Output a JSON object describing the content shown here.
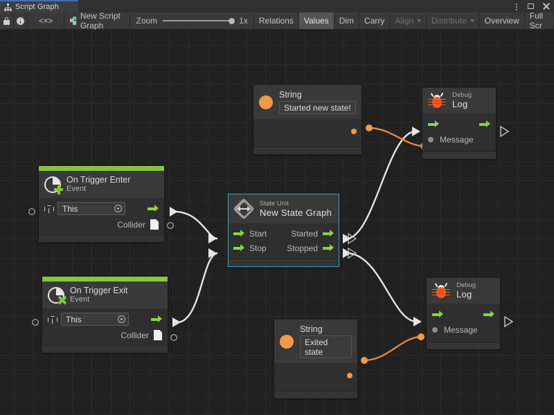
{
  "window": {
    "tab_label": "Script Graph",
    "tab_icon": "graph-hierarchy-icon",
    "controls": [
      {
        "name": "more-options",
        "icon": "vertical-dots-icon"
      },
      {
        "name": "maximize",
        "icon": "maximize-icon"
      },
      {
        "name": "close",
        "icon": "close-icon"
      }
    ]
  },
  "toolbar": {
    "lock_icon": "lock-icon",
    "info_icon": "info-icon",
    "code_icon": "code-brackets-icon",
    "graph_name": "New Script Graph",
    "graph_icon": "script-graph-icon",
    "zoom_label": "Zoom",
    "zoom_value": "1x",
    "zoom_slider_pct": 100,
    "buttons": [
      {
        "label": "Relations",
        "state": "normal"
      },
      {
        "label": "Values",
        "state": "active"
      },
      {
        "label": "Dim",
        "state": "normal"
      },
      {
        "label": "Carry",
        "state": "normal"
      },
      {
        "label": "Align",
        "state": "disabled",
        "caret": true
      },
      {
        "label": "Distribute",
        "state": "disabled",
        "caret": true
      },
      {
        "label": "Overview",
        "state": "normal"
      },
      {
        "label": "Full Scr",
        "state": "normal"
      }
    ]
  },
  "graph": {
    "nodes": {
      "string_top": {
        "title": "String",
        "value": "Started new state!",
        "icon": "string-value-icon"
      },
      "debug_log_top": {
        "title_small": "Debug",
        "title_large": "Log",
        "icon": "bug-icon",
        "input_port": "Message"
      },
      "on_trigger_enter": {
        "title": "On Trigger Enter",
        "subtitle": "Event",
        "icon": "event-enter-icon",
        "target_value": "This",
        "target_icon": "gameobject-cube-icon",
        "output_label": "Collider",
        "output_icon": "collider-document-icon"
      },
      "state_unit": {
        "title_small": "State Unit",
        "title_large": "New  State  Graph",
        "icon": "state-unit-icon",
        "selected": true,
        "inputs": [
          "Start",
          "Stop"
        ],
        "outputs": [
          "Started",
          "Stopped"
        ]
      },
      "on_trigger_exit": {
        "title": "On Trigger Exit",
        "subtitle": "Event",
        "icon": "event-exit-icon",
        "target_value": "This",
        "target_icon": "gameobject-cube-icon",
        "output_label": "Collider",
        "output_icon": "collider-document-icon"
      },
      "string_bottom": {
        "title": "String",
        "value": "Exited state",
        "icon": "string-value-icon"
      },
      "debug_log_bottom": {
        "title_small": "Debug",
        "title_large": "Log",
        "icon": "bug-icon",
        "input_port": "Message"
      }
    }
  },
  "colors": {
    "accent_green": "#86c442",
    "accent_orange": "#f2994a",
    "selection_blue": "#3f9fbe",
    "bug_orange": "#f05a28",
    "canvas_bg": "#212121",
    "node_bg": "#2f2f2f",
    "header_bg": "#393939",
    "flow_edge": "#e6e6e6",
    "value_edge": "#e08844"
  }
}
